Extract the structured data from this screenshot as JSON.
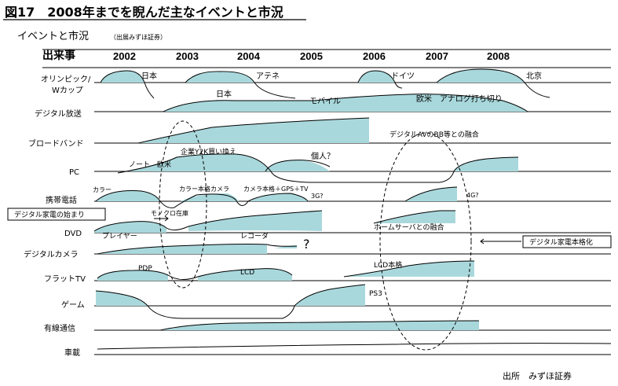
{
  "figure_title": "図17　2008年までを睨んだ主なイベントと市況",
  "subtitle": "イベントと市況",
  "subtitle_source": "（出展みずほ証券）",
  "header_label": "出来事",
  "years": [
    "2002",
    "2003",
    "2004",
    "2005",
    "2006",
    "2007",
    "2008"
  ],
  "rows": [
    {
      "label": "オリンピック/",
      "label2": "Wカップ"
    },
    {
      "label": "デジタル放送"
    },
    {
      "label": "ブロードバンド"
    },
    {
      "label": "PC"
    },
    {
      "label": "携帯電話"
    },
    {
      "label": "DVD"
    },
    {
      "label": "デジタルカメラ"
    },
    {
      "label": "フラットTV"
    },
    {
      "label": "ゲーム"
    },
    {
      "label": "有線通信"
    },
    {
      "label": "車載"
    }
  ],
  "annotations": {
    "olympic_japan": "日本",
    "olympic_athens": "アテネ",
    "olympic_germany": "ドイツ",
    "olympic_beijing": "北京",
    "dtv_japan": "日本",
    "dtv_mobile": "モバイル",
    "dtv_analog": "欧米　アナログ打ち切り",
    "bb_fusion": "デジタルAVのBB等との融合",
    "pc_corp": "企業Y2K買い換え",
    "pc_notebook": "ノート　欧米",
    "pc_personal": "個人？",
    "mobile_color": "カラー",
    "mobile_camera": "カラー本格カメラ",
    "mobile_gps": "カメラ本格＋GPS＋TV",
    "mobile_3g": "3G?",
    "mobile_4g": "4G?",
    "mobile_mono": "モノクロ在庫",
    "dvd_player": "プレイヤー",
    "dvd_recorder": "レコーダ",
    "dvd_question": "?",
    "dvd_homeserver": "ホームサーバとの融合",
    "ftv_pdp": "PDP",
    "ftv_lcd": "LCD",
    "ftv_lcd_full": "LCD本格",
    "game_ps3": "PS3",
    "box_left": "デジタル家電の始まり",
    "box_right": "デジタル家電本格化",
    "source": "出所　みずほ証券"
  },
  "colors": {
    "fill": "#a9d8dc",
    "line": "#000000"
  }
}
